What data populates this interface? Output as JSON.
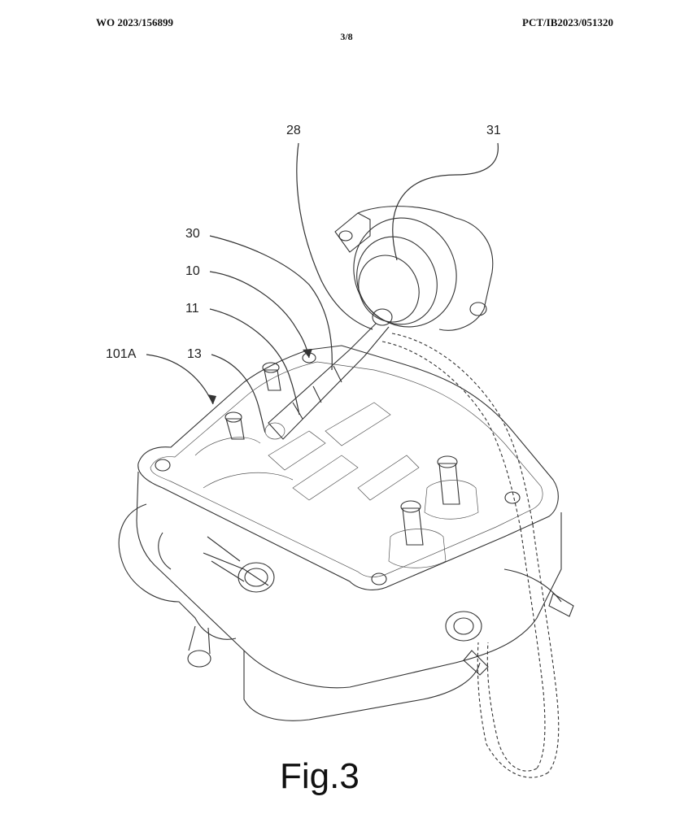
{
  "header": {
    "publication_number": "WO 2023/156899",
    "application_number": "PCT/IB2023/051320",
    "sheet": "3/8"
  },
  "figure": {
    "caption": "Fig.3",
    "reference_numerals": {
      "r28": "28",
      "r31": "31",
      "r30": "30",
      "r10": "10",
      "r11": "11",
      "r101A": "101A",
      "r13": "13"
    }
  }
}
